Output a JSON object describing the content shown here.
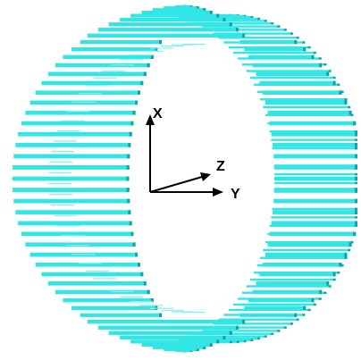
{
  "axes": {
    "x_label": "X",
    "y_label": "Y",
    "z_label": "Z"
  },
  "colors": {
    "bar_face": "#33e6e6",
    "bar_dark": "#14a3a3",
    "bar_light": "#7ff3f3",
    "axis": "#000000",
    "background": "#ffffff"
  }
}
